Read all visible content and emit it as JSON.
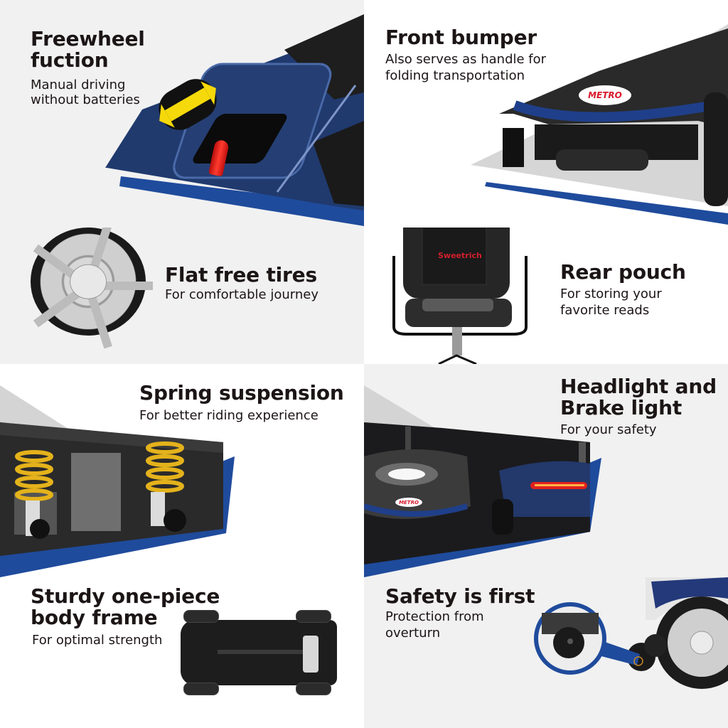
{
  "brand_colors": {
    "accent_blue": "#1f4b9c",
    "text_dark": "#1c1516",
    "panel_gray": "#f1f1f1",
    "logo_red": "#d7192b"
  },
  "features": [
    {
      "id": "freewheel",
      "title_line1": "Freewheel",
      "title_line2": "fuction",
      "subtitle_line1": "Manual driving",
      "subtitle_line2": "without batteries",
      "image": "freewheel-lever-icon"
    },
    {
      "id": "front-bumper",
      "title_line1": "Front bumper",
      "subtitle_line1": "Also serves as handle for",
      "subtitle_line2": "folding transportation",
      "image": "front-bumper-photo",
      "logo_text": "METRO"
    },
    {
      "id": "tires",
      "title_line1": "Flat free tires",
      "subtitle_line1": "For comfortable journey",
      "image": "tire-icon"
    },
    {
      "id": "rear-pouch",
      "title_line1": "Rear pouch",
      "subtitle_line1": "For storing your",
      "subtitle_line2": "favorite reads",
      "image": "seat-pouch-photo",
      "logo_text": "Sweetrich"
    },
    {
      "id": "suspension",
      "title_line1": "Spring suspension",
      "subtitle_line1": "For better riding experience",
      "image": "spring-suspension-photo"
    },
    {
      "id": "lights",
      "title_line1": "Headlight and",
      "title_line2": "Brake light",
      "subtitle_line1": "For your safety",
      "image": "headlight-brakelight-photo",
      "logo_text": "METRO"
    },
    {
      "id": "frame",
      "title_line1": "Sturdy one-piece",
      "title_line2": "body frame",
      "subtitle_line1": "For optimal strength",
      "image": "chassis-photo"
    },
    {
      "id": "safety",
      "title_line1": "Safety is first",
      "subtitle_line1": "Protection from",
      "subtitle_line2": "overturn",
      "image": "anti-tip-wheel-photo"
    }
  ]
}
